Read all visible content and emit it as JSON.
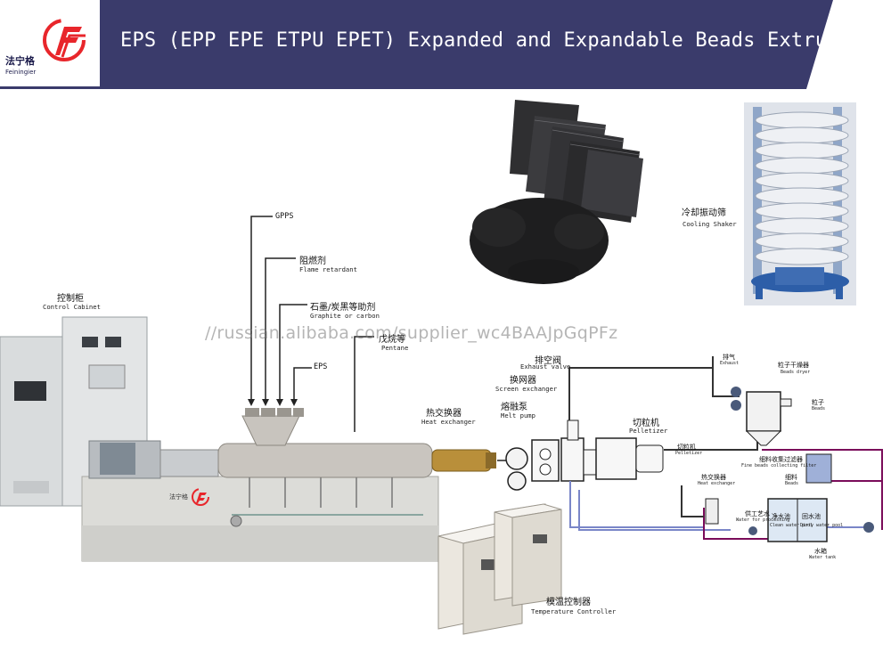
{
  "header": {
    "title": "EPS (EPP EPE ETPU EPET) Expanded and Expandable Beads Extrusion",
    "brand_cn": "法宁格",
    "brand_en": "Feiningier",
    "bar_color": "#3a3b6b",
    "accent_color": "#e8262b"
  },
  "watermark": "//russian.alibaba.com/supplier_wc4BAAJpGqPFz",
  "machine_brand": "法宁格",
  "labels": {
    "gpps": "GPPS",
    "flame_cn": "阻燃剂",
    "flame_en": "Flame retardant",
    "graphite_cn": "石墨/炭黑等助剂",
    "graphite_en": "Graphite or carbon",
    "pentane_cn": "戊烷等",
    "pentane_en": "Pentane",
    "eps": "EPS",
    "control_cn": "控制柜",
    "control_en": "Control Cabinet",
    "heat_ex_cn": "热交换器",
    "heat_ex_en": "Heat exchanger",
    "melt_pump_cn": "熔融泵",
    "melt_pump_en": "Melt pump",
    "screen_ex_cn": "换网器",
    "screen_ex_en": "Screen exchanger",
    "exhaust_valve_cn": "排空阀",
    "exhaust_valve_en": "Exhaust valve",
    "pelletizer_cn": "切粒机",
    "pelletizer_en": "Pelletizer",
    "cooling_cn": "冷却振动筛",
    "cooling_en": "Cooling Shaker",
    "temp_cn": "模温控制器",
    "temp_en": "Temperature Controller",
    "exhaust_cn": "排气",
    "exhaust_en": "Exhaust",
    "dryer_cn": "粒子干燥器",
    "dryer_en": "Beads dryer",
    "beads_cn": "粒子",
    "beads_en": "Beads",
    "fine_filter_cn": "细料收集过滤器",
    "fine_filter_en": "Fine beads collecting filter",
    "fines_cn": "细料",
    "fines_en": "Beads",
    "small_pelletizer_cn": "切粒机",
    "small_pelletizer_en": "Pelletizer",
    "small_heatex_cn": "热交换器",
    "small_heatex_en": "Heat exchanger",
    "process_water_cn": "供工艺水",
    "process_water_en": "Water for processing",
    "clean_cn": "净水池",
    "clean_en": "Clean water pool",
    "dirty_cn": "回水池",
    "dirty_en": "Dirty water pool",
    "tank_cn": "水箱",
    "tank_en": "Water tank"
  }
}
